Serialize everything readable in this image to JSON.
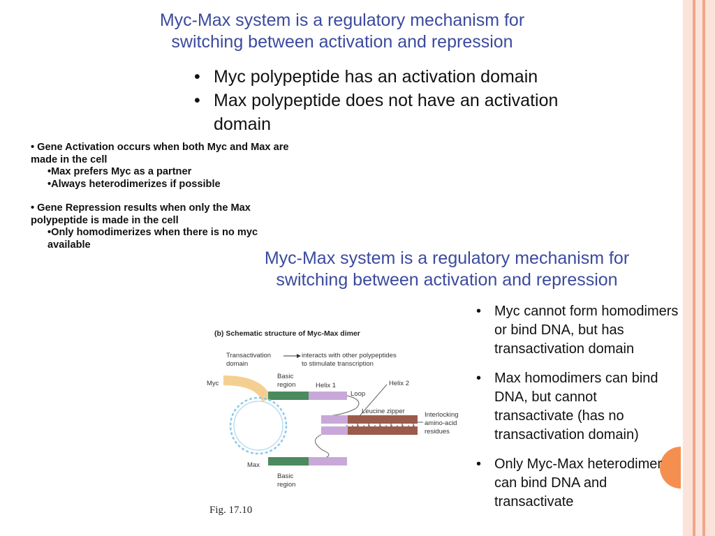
{
  "slide": {
    "title1_line1": "Myc-Max system is a regulatory mechanism for",
    "title1_line2": "switching between activation and repression",
    "bullets_top": [
      "Myc polypeptide has an activation domain",
      "Max polypeptide does not have an activation domain"
    ],
    "notes": {
      "activation": "• Gene Activation occurs when both Myc and Max are made in the cell",
      "activation_sub1": "•Max prefers Myc as a partner",
      "activation_sub2": "•Always heterodimerizes if possible",
      "repression": "• Gene Repression results when only the Max polypeptide is made in the cell",
      "repression_sub1": "•Only homodimerizes when there is no myc available"
    },
    "title2_line1": "Myc-Max system is a regulatory mechanism for",
    "title2_line2": "switching between activation and repression",
    "bullets_right": [
      "Myc cannot form homodimers or bind DNA, but has transactivation domain",
      "Max homodimers can bind DNA, but cannot transactivate (has no transactivation domain)",
      "Only Myc-Max heterodimer can bind DNA and transactivate"
    ],
    "figure": {
      "heading": "(b) Schematic structure of Myc-Max dimer",
      "transactivation_line1": "Transactivation",
      "transactivation_line2": "domain",
      "interacts_line1": "interacts with other polypeptides",
      "interacts_line2": "to stimulate transcription",
      "myc": "Myc",
      "max": "Max",
      "basic": "Basic",
      "region": "region",
      "helix1": "Helix 1",
      "helix2": "Helix 2",
      "loop": "Loop",
      "leucine_zipper": "Leucine zipper",
      "interlocking_1": "Interlocking",
      "interlocking_2": "amino-acid",
      "interlocking_3": "residues",
      "caption": "Fig. 17.10"
    }
  },
  "colors": {
    "title": "#3b4a9e",
    "accent_orange": "#f58f4f",
    "stripe_light": "#f9d3c6",
    "stripe_mid": "#f1a98c"
  }
}
